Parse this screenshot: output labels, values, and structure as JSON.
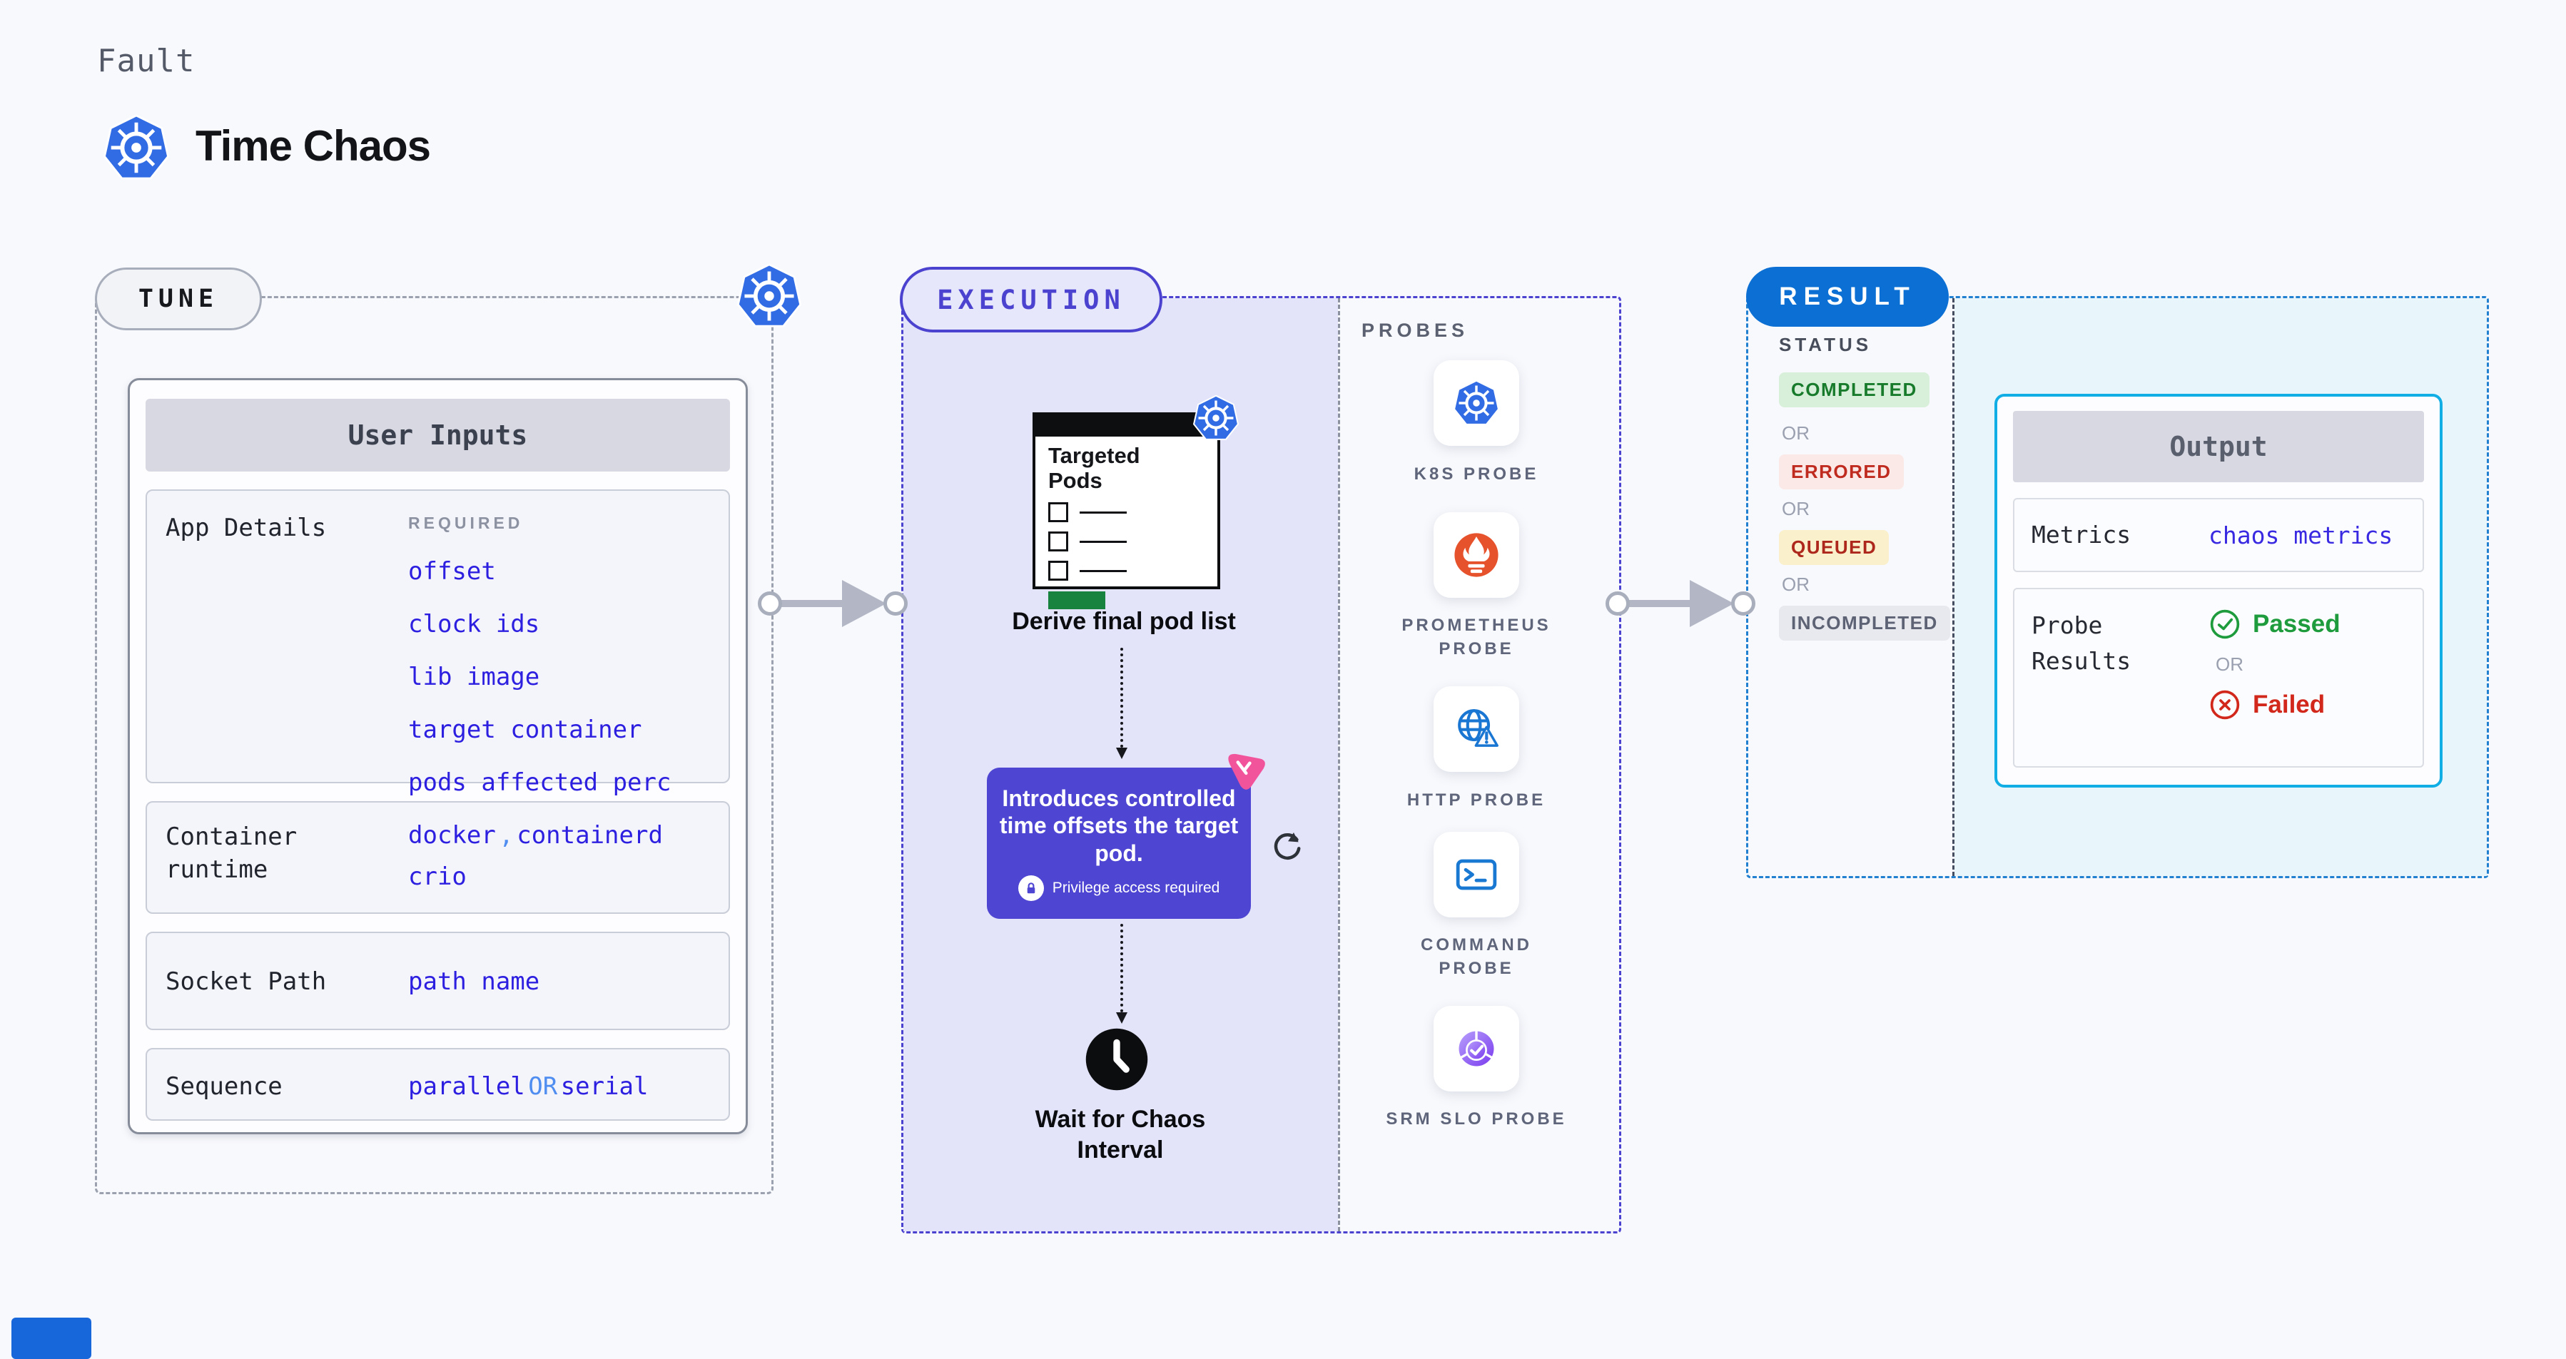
{
  "header": {
    "kicker": "Fault",
    "title": "Time Chaos",
    "icon": "kubernetes-icon"
  },
  "tune": {
    "badge": "TUNE",
    "panel_title": "User Inputs",
    "app_details": {
      "label": "App Details",
      "tag": "REQUIRED",
      "links": [
        "offset",
        "clock ids",
        "lib image",
        "target container",
        "pods affected perc"
      ]
    },
    "container_runtime": {
      "label": "Container runtime",
      "value1": "docker",
      "separator": ",",
      "value2": "containerd",
      "value3": "crio"
    },
    "socket_path": {
      "label": "Socket Path",
      "value": "path name"
    },
    "sequence": {
      "label": "Sequence",
      "value1": "parallel",
      "connector": "OR",
      "value2": "serial"
    }
  },
  "execution": {
    "badge": "EXECUTION",
    "targeted_pods_title": "Targeted Pods",
    "step1_caption": "Derive final pod list",
    "note": {
      "text": "Introduces controlled time offsets the target pod.",
      "privilege": "Privilege access required"
    },
    "step2_caption": "Wait for Chaos Interval"
  },
  "probes": {
    "label": "PROBES",
    "items": [
      {
        "label": "K8S PROBE",
        "icon": "kubernetes-icon"
      },
      {
        "label": "PROMETHEUS PROBE",
        "icon": "prometheus-icon"
      },
      {
        "label": "HTTP PROBE",
        "icon": "http-globe-warning-icon"
      },
      {
        "label": "COMMAND PROBE",
        "icon": "terminal-icon"
      },
      {
        "label": "SRM SLO PROBE",
        "icon": "slo-donut-check-icon"
      }
    ]
  },
  "result": {
    "badge": "RESULT",
    "status": {
      "label": "STATUS",
      "or": "OR",
      "options": [
        {
          "label": "COMPLETED",
          "bg": "#d8f0d9",
          "color": "#187b2c"
        },
        {
          "label": "ERRORED",
          "bg": "#fbe9e7",
          "color": "#c02b20"
        },
        {
          "label": "QUEUED",
          "bg": "#faf0cb",
          "color": "#ad271c"
        },
        {
          "label": "INCOMPLETED",
          "bg": "#e8e9ef",
          "color": "#5d6374"
        }
      ]
    },
    "output": {
      "title": "Output",
      "metrics_label": "Metrics",
      "metrics_link": "chaos metrics",
      "probe_results_label": "Probe Results",
      "passed": "Passed",
      "or": "OR",
      "failed": "Failed"
    }
  },
  "colors": {
    "kubernetes_blue": "#326ce5",
    "execution_indigo": "#4b42cf",
    "note_indigo": "#4e45d2",
    "result_blue": "#0b6fd3",
    "output_border_cyan": "#11aee6",
    "link_blue": "#2d1fe0",
    "link_light_blue": "#4f8ef0",
    "passed_green": "#1e9b3c",
    "failed_red": "#d2271b",
    "prometheus_orange": "#e6522c",
    "litmus_pink": "#f2549c",
    "targeted_pods_green": "#17833f"
  }
}
